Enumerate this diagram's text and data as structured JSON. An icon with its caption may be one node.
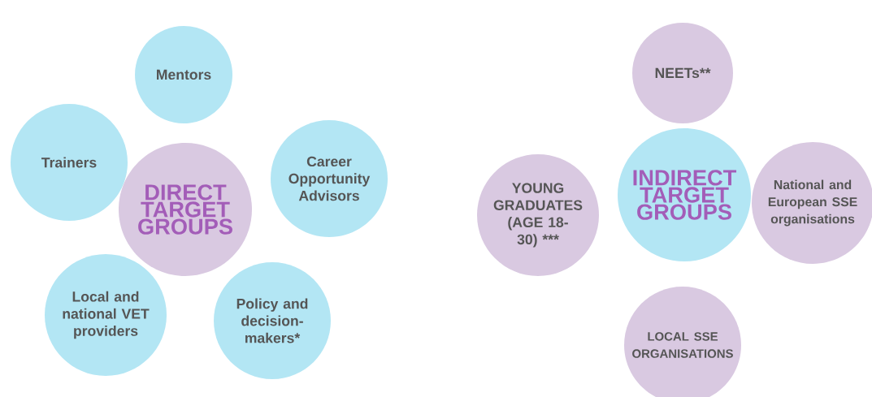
{
  "diagram": {
    "nodes": [
      {
        "text": [
          "Mentors"
        ]
      },
      {
        "text": [
          "Trainers"
        ]
      },
      {
        "text": [
          "Career Opportunity Advisors"
        ]
      },
      {
        "text": [
          "DIRECT TARGET GROUPS"
        ]
      },
      {
        "text": [
          "Local and national VET providers"
        ]
      },
      {
        "text": [
          "Policy and decision-makers*"
        ]
      },
      {
        "text": [
          "NEETs**"
        ]
      },
      {
        "text": [
          "YOUNG GRADUATES (AGE 18-30) ***"
        ]
      },
      {
        "text": [
          "INDIRECT TARGET GROUPS"
        ]
      },
      {
        "text": [
          "National and European SSE organisations"
        ]
      },
      {
        "text": [
          "LOCAL SSE ORGANISATIONS"
        ]
      }
    ]
  }
}
